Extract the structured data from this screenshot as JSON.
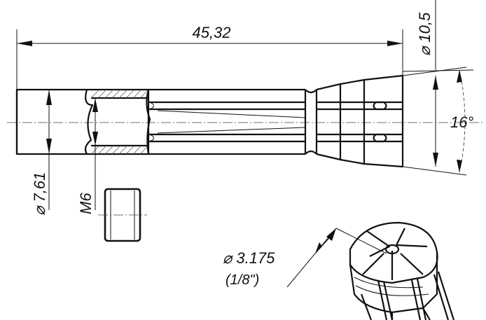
{
  "dimensions": {
    "overall_length": "45,32",
    "head_diameter": "10,5",
    "taper_angle": "16°",
    "body_diameter": "7,61",
    "thread": "M6",
    "bore_diameter": "3.175",
    "bore_inch": "(1/8\")"
  },
  "colors": {
    "line": "#111111",
    "background": "#ffffff"
  }
}
